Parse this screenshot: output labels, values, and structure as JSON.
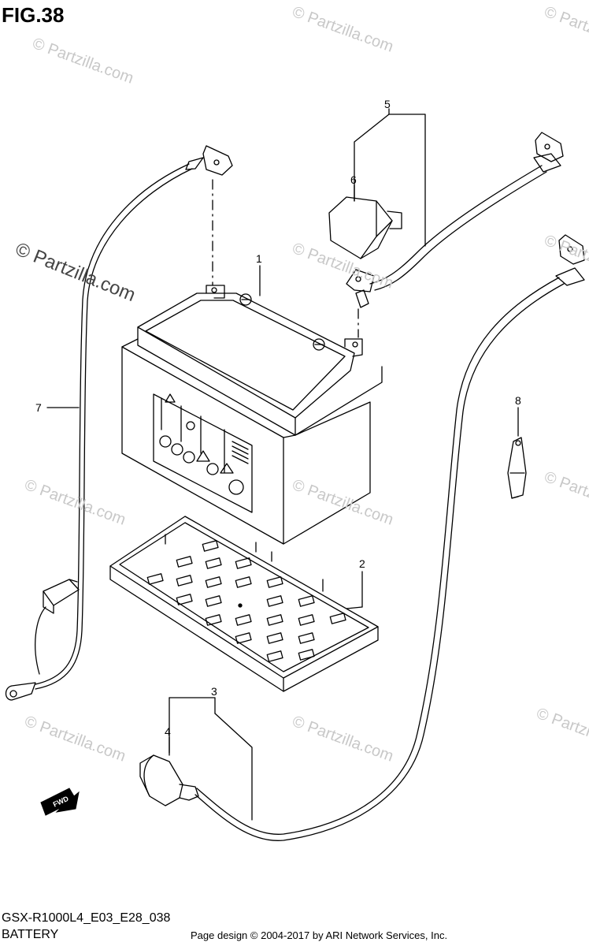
{
  "figure": {
    "title": "FIG.38",
    "model_code": "GSX-R1000L4_E03_E28_038",
    "section_name": "BATTERY"
  },
  "footer": {
    "credit": "Page design © 2004-2017 by ARI Network Services, Inc."
  },
  "watermark": {
    "text": "© Partzilla.com",
    "color": "#c8c8c8"
  },
  "fwd_label": "FWD",
  "callouts": [
    {
      "id": "1",
      "label": "1"
    },
    {
      "id": "2",
      "label": "2"
    },
    {
      "id": "3",
      "label": "3"
    },
    {
      "id": "4",
      "label": "4"
    },
    {
      "id": "5",
      "label": "5"
    },
    {
      "id": "6",
      "label": "6"
    },
    {
      "id": "7",
      "label": "7"
    },
    {
      "id": "8",
      "label": "8"
    }
  ]
}
